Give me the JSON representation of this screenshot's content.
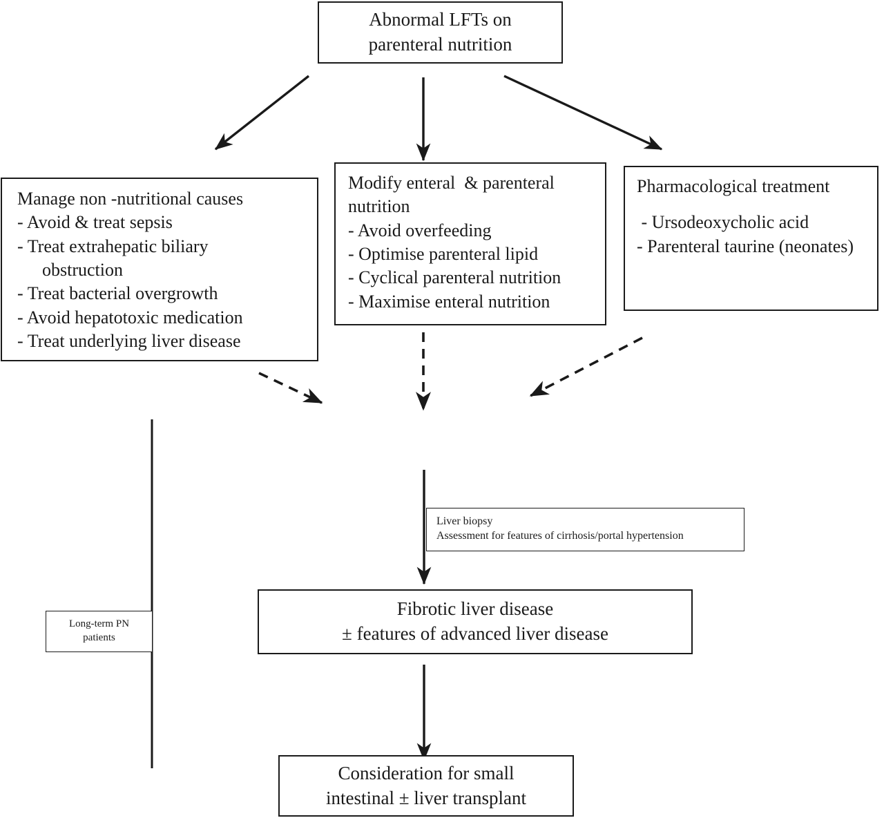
{
  "diagram": {
    "title_node": {
      "lines": [
        "Abnormal LFTs on",
        "parenteral nutrition"
      ]
    },
    "branch_left": {
      "heading": "Manage non -nutritional causes",
      "items": [
        "- Avoid & treat sepsis",
        "- Treat extrahepatic biliary",
        "obstruction",
        "- Treat bacterial overgrowth",
        "- Avoid hepatotoxic medication",
        "- Treat underlying liver disease"
      ]
    },
    "branch_middle": {
      "heading_line1": "Modify enteral  & parenteral",
      "heading_line2": "nutrition",
      "items": [
        "- Avoid overfeeding",
        "- Optimise parenteral lipid",
        "- Cyclical parenteral nutrition",
        "- Maximise enteral nutrition"
      ]
    },
    "branch_right": {
      "heading": "Pharmacological treatment",
      "items": [
        " - Ursodeoxycholic acid",
        "- Parenteral taurine (neonates)"
      ]
    },
    "annotation_biopsy": {
      "line1": "Liver biopsy",
      "line2": "Assessment for features of cirrhosis/portal hypertension"
    },
    "annotation_longterm": {
      "line1": "Long-term PN",
      "line2": "patients"
    },
    "node_fibrotic": {
      "line1": "Fibrotic liver disease",
      "line2": "± features of advanced liver disease"
    },
    "node_transplant": {
      "line1": "Consideration for small",
      "line2": "intestinal ± liver transplant"
    },
    "colors": {
      "stroke": "#1a1a1a",
      "background": "#ffffff"
    }
  }
}
